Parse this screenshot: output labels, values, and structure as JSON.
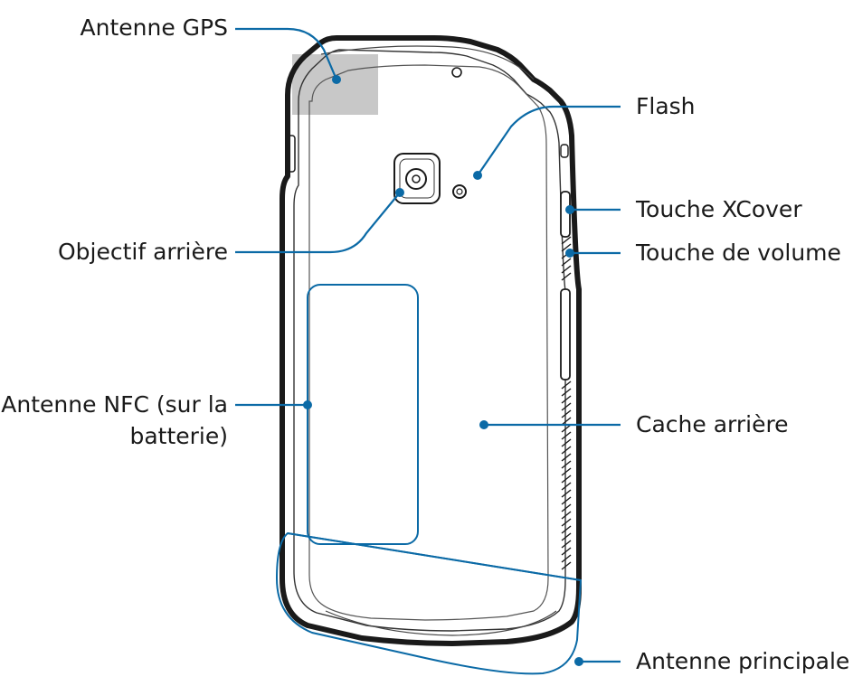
{
  "labels": {
    "gps_antenna": "Antenne GPS",
    "flash": "Flash",
    "rear_camera": "Objectif arrière",
    "xcover_key": "Touche XCover",
    "volume_key": "Touche de volume",
    "nfc_antenna_line1": "Antenne NFC (sur la",
    "nfc_antenna_line2": "batterie)",
    "back_cover": "Cache arrière",
    "main_antenna": "Antenne principale"
  },
  "colors": {
    "callout": "#0b6aa6",
    "phone_outline": "#1a1a1a",
    "gps_patch": "#c8c8c8"
  }
}
